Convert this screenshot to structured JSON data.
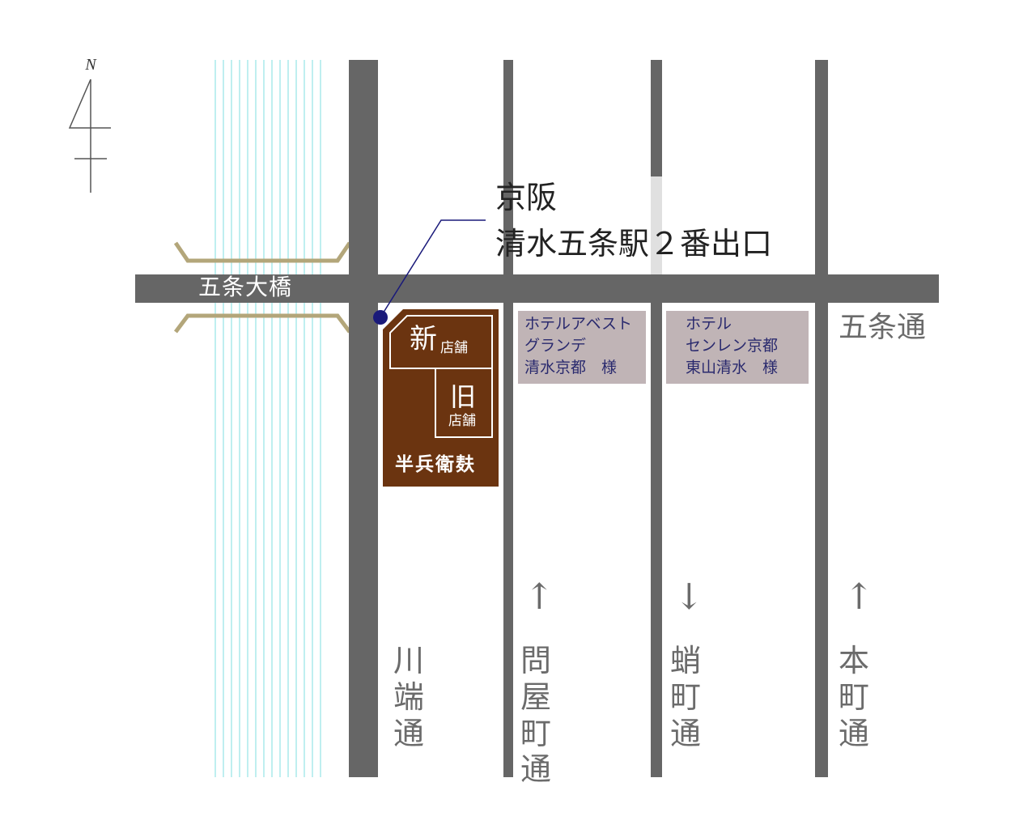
{
  "compass": {
    "label": "N"
  },
  "bridge": {
    "name": "五条大橋"
  },
  "streets": {
    "gojo": "五条通",
    "kawabata": [
      "川",
      "端",
      "通"
    ],
    "toiyamachi": [
      "問",
      "屋",
      "町",
      "通"
    ],
    "yuumachi": [
      "蛸",
      "町",
      "通"
    ],
    "honmachi": [
      "本",
      "町",
      "通"
    ]
  },
  "station": {
    "line1": "京阪",
    "line2": "清水五条駅２番出口"
  },
  "hotels": [
    {
      "lines": [
        "ホテルアベスト",
        "グランデ",
        "清水京都　様"
      ]
    },
    {
      "lines": [
        "ホテル",
        "センレン京都",
        "東山清水　様"
      ]
    }
  ],
  "shop": {
    "new_big": "新",
    "new_small": "店舗",
    "old_big": "旧",
    "old_small": "店舗",
    "brand": "半兵衛麸"
  },
  "arrows": {
    "up": "↑",
    "down": "↓"
  },
  "colors": {
    "road": "#666666",
    "river": "#bfeff0",
    "bridge": "#b3a67a",
    "shop": "#6b3410",
    "hotel_bg": "#c0b4b6",
    "station_dot": "#1a1a7a"
  }
}
